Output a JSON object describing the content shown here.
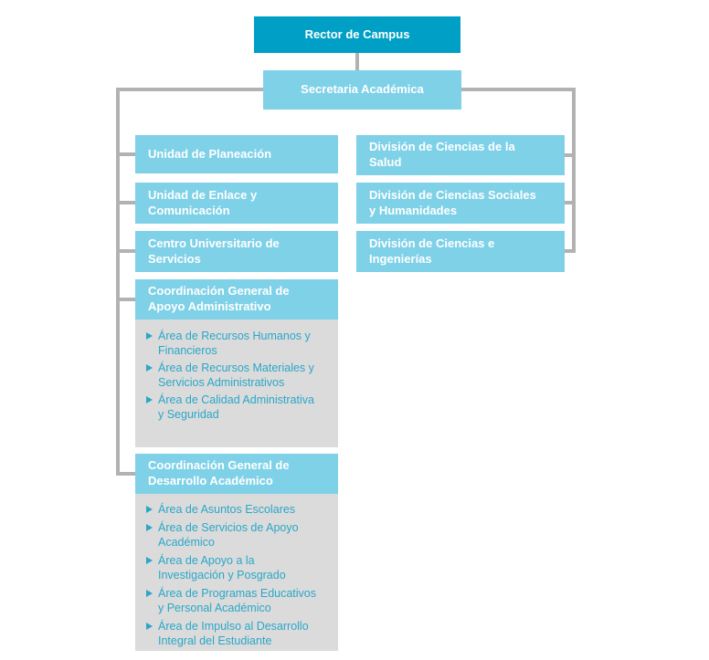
{
  "org_chart": {
    "root": {
      "label": "Rector de Campus"
    },
    "secretary": {
      "label": "Secretaria Académica"
    },
    "left_branch": [
      {
        "label": "Unidad de Planeación"
      },
      {
        "label": "Unidad de Enlace y\nComunicación"
      },
      {
        "label": "Centro Universitario de\nServicios"
      },
      {
        "label": "Coordinación General de\nApoyo Administrativo",
        "children": [
          "Área de Recursos Humanos y\nFinancieros",
          "Área de Recursos Materiales y\nServicios Administrativos",
          "Área de Calidad Administrativa\ny Seguridad"
        ]
      },
      {
        "label": "Coordinación General de\nDesarrollo Académico",
        "children": [
          "Área de Asuntos Escolares",
          "Área de Servicios de Apoyo\nAcadémico",
          "Área de Apoyo a la\nInvestigación y Posgrado",
          "Área de Programas Educativos\ny Personal Académico",
          "Área de Impulso al Desarrollo\nIntegral del Estudiante"
        ]
      }
    ],
    "right_branch": [
      {
        "label": "División de Ciencias de la\nSalud"
      },
      {
        "label": "División de Ciencias Sociales\ny Humanidades"
      },
      {
        "label": "División de Ciencias e\nIngenierías"
      }
    ],
    "colors": {
      "root_fill": "#00a0c6",
      "node_fill": "#7fd1e8",
      "panel_fill": "#dbdbdb",
      "sub_item_text": "#2aa7c8",
      "connector": "#b2b2b2"
    }
  }
}
